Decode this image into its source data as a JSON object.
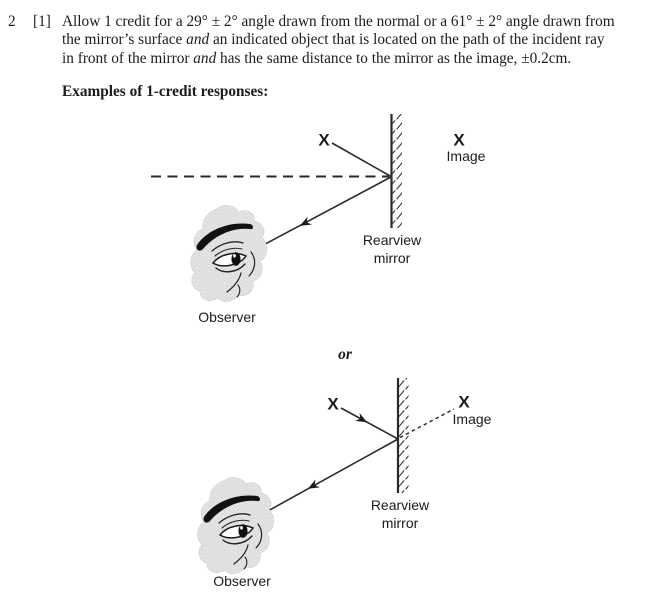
{
  "header": {
    "item_number": "2",
    "credit": "[1]",
    "rubric": {
      "line1": "Allow 1 credit for a 29° ± 2° angle drawn from the normal or a 61° ± 2° angle drawn from",
      "line2_pre": "the mirror’s surface ",
      "line2_and": "and",
      "line2_post": " an indicated object that is located on the path of the incident ray",
      "line3_pre": "in front of the mirror ",
      "line3_and": "and",
      "line3_post": " has the same distance to the mirror as the image, ±0.2cm."
    },
    "examples_heading": "Examples of 1-credit responses:"
  },
  "separator": {
    "or_label": "or"
  },
  "diagram1": {
    "object_marker": "X",
    "image_marker": "X",
    "image_label": "Image",
    "mirror_label_line1": "Rearview",
    "mirror_label_line2": "mirror",
    "observer_label": "Observer"
  },
  "diagram2": {
    "object_marker": "X",
    "image_marker": "X",
    "image_label": "Image",
    "mirror_label_line1": "Rearview",
    "mirror_label_line2": "mirror",
    "observer_label": "Observer"
  },
  "colors": {
    "ink": "#1c1c1c",
    "sketch_fill": "#e4e4e4"
  }
}
